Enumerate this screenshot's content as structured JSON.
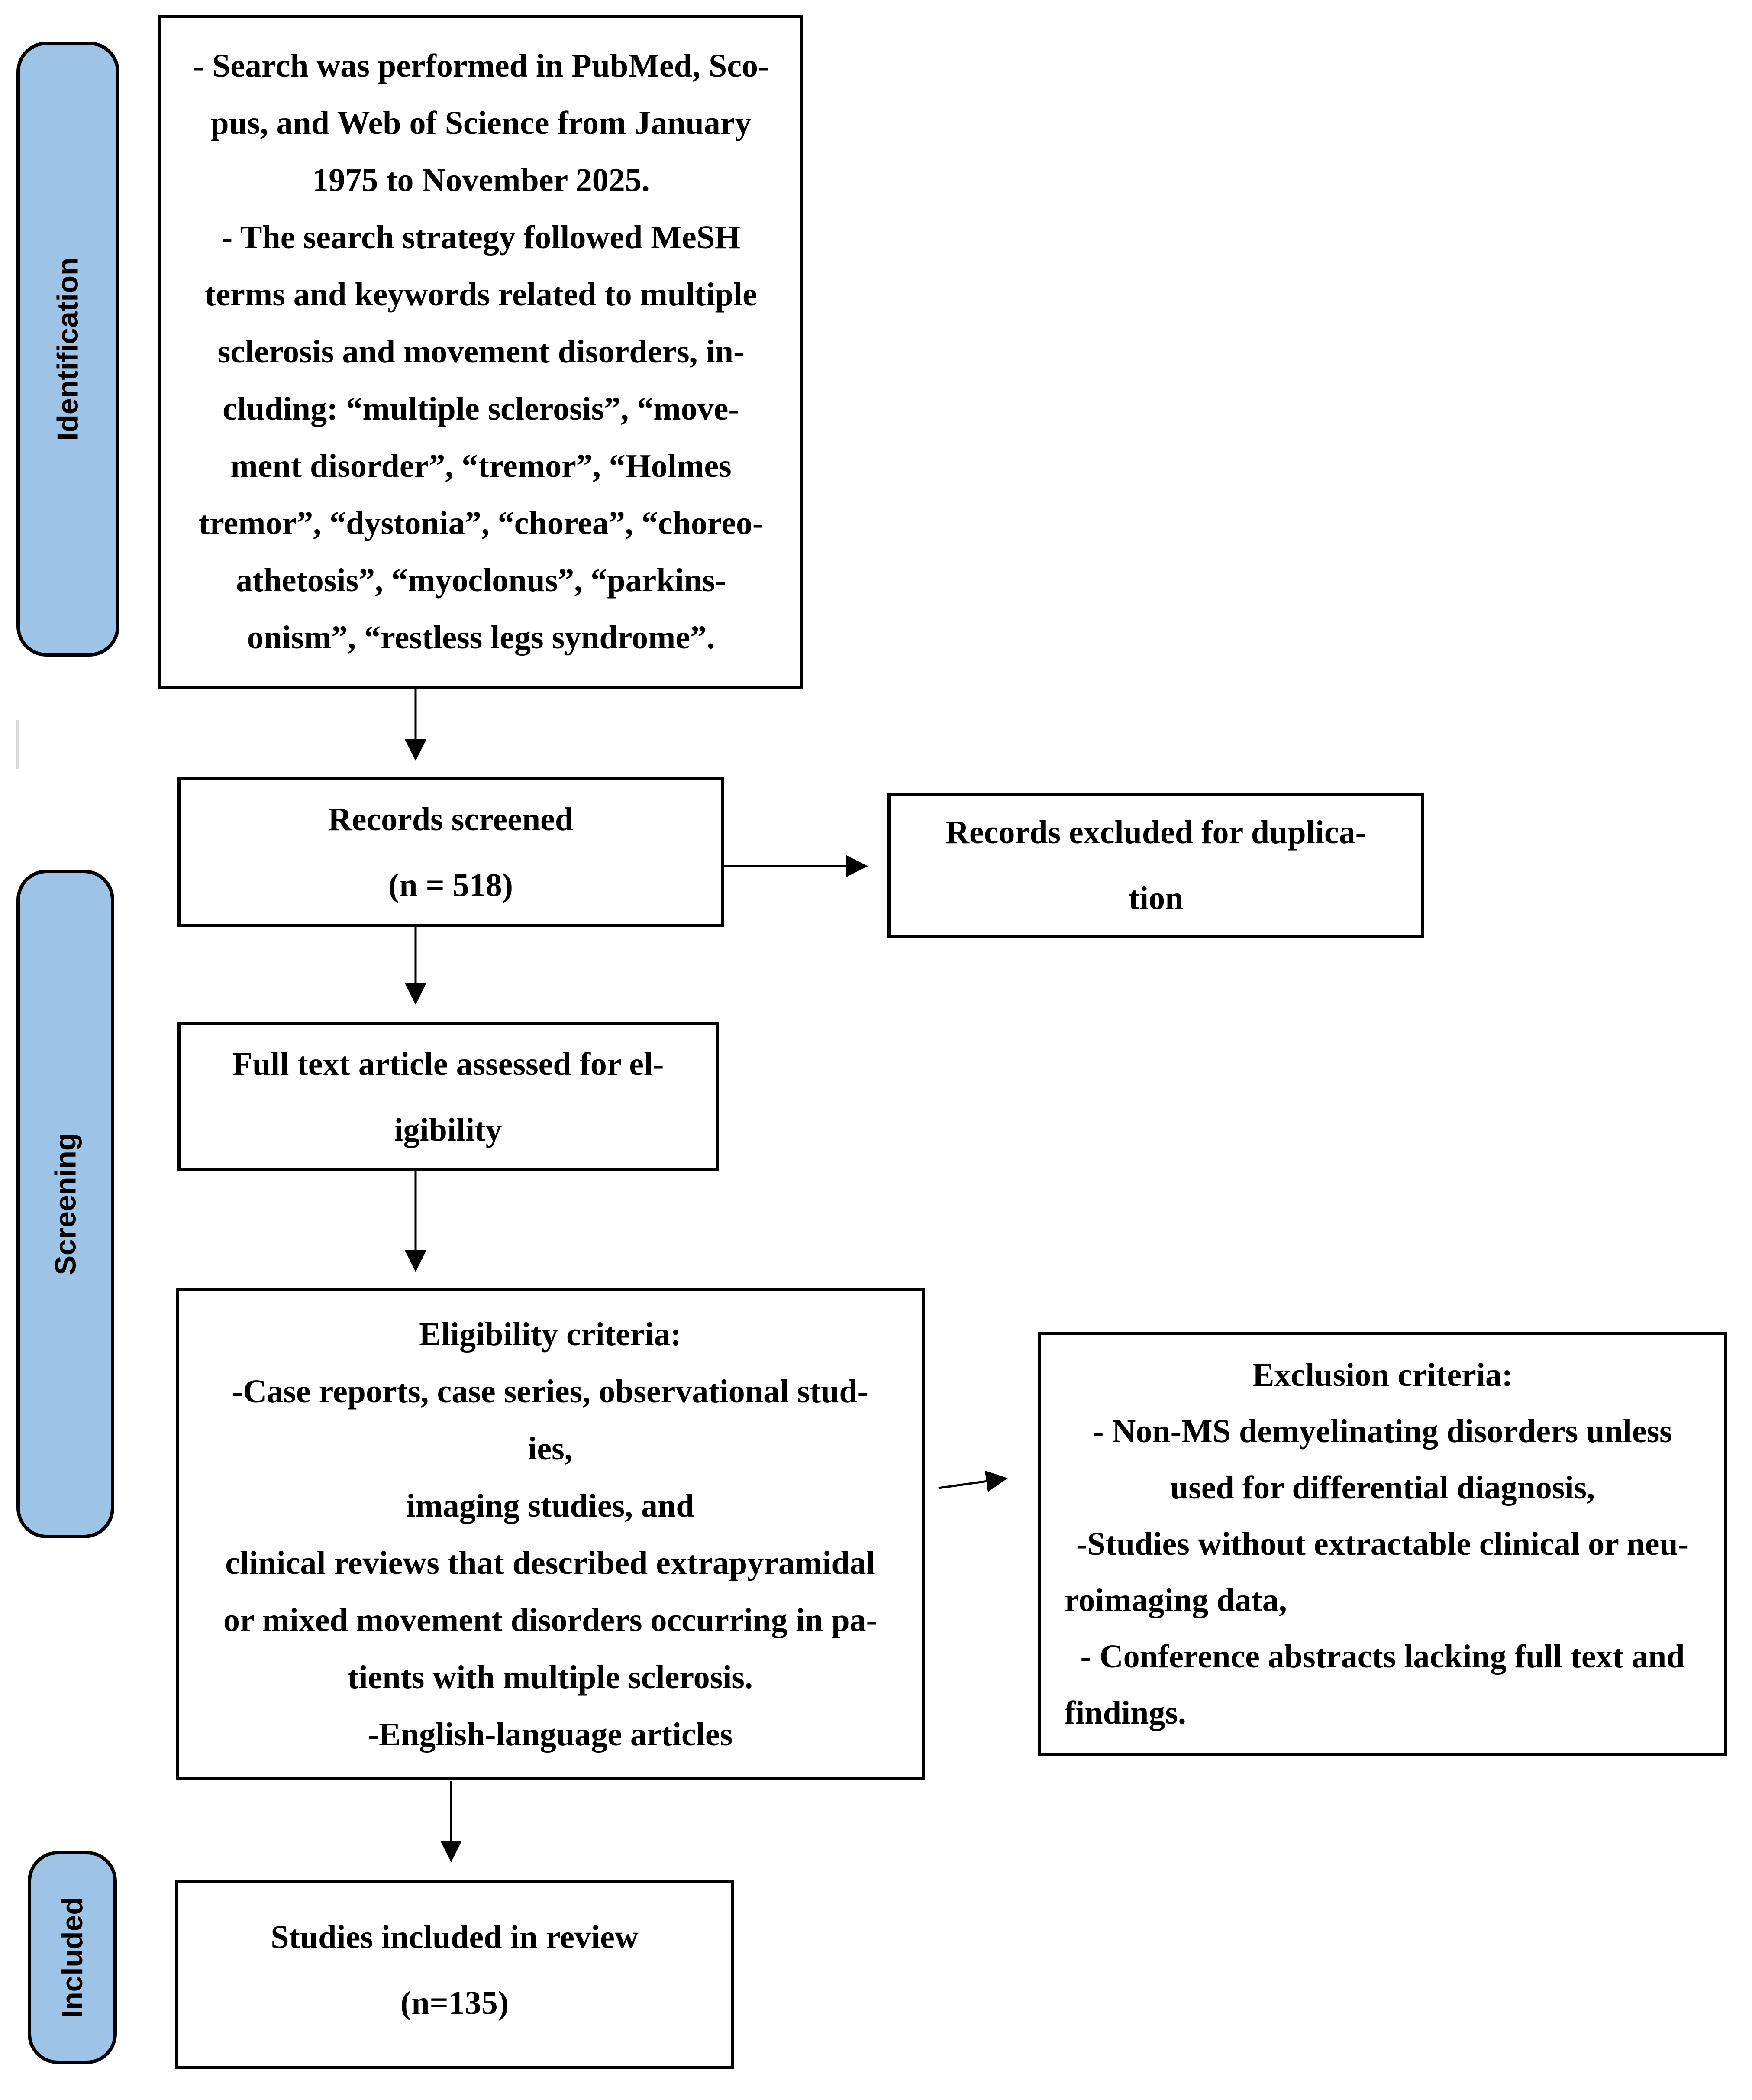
{
  "diagram": {
    "type": "prisma-flow-diagram",
    "accent_fill": "#9DC3E6",
    "border_color": "#000000"
  },
  "sidebar": {
    "fill": "#9DC3E6",
    "stages": [
      {
        "label": "Identification"
      },
      {
        "label": "Screening"
      },
      {
        "label": "Included"
      }
    ]
  },
  "boxes": {
    "search_note": {
      "lines": [
        "- Search was performed in PubMed, Sco-",
        "pus, and Web of Science from January",
        "1975 to November 2025.",
        "- The search strategy followed MeSH",
        "terms and keywords related to multiple",
        "sclerosis and movement disorders, in-",
        "cluding: “multiple sclerosis”, “move-",
        "ment disorder”, “tremor”, “Holmes",
        "tremor”, “dystonia”, “chorea”, “choreo-",
        "athetosis”, “myoclonus”, “parkins-",
        "onism”, “restless legs syndrome”."
      ]
    },
    "records_screened": {
      "lines": [
        "Records screened",
        "(n = 518)"
      ],
      "count": "518"
    },
    "records_excluded": {
      "lines": [
        "Records excluded for duplica-",
        "tion"
      ]
    },
    "full_text": {
      "lines": [
        "Full text article assessed for el-",
        "igibility"
      ]
    },
    "eligibility": {
      "lines": [
        "Eligibility criteria:",
        "-Case reports, case series, observational stud-",
        "ies,",
        "imaging studies, and",
        "clinical reviews that described extrapyramidal",
        "or mixed movement disorders occurring in pa-",
        "tients with multiple sclerosis.",
        "-English-language articles"
      ]
    },
    "exclusion": {
      "lines": [
        "Exclusion criteria:",
        "- Non-MS demyelinating disorders unless",
        "used for differential diagnosis,",
        "-Studies without extractable clinical or neu-",
        "roimaging data,",
        "- Conference abstracts lacking full text and",
        "findings."
      ]
    },
    "included_review": {
      "lines": [
        "Studies included in review",
        "(n=135)"
      ],
      "count": "135"
    }
  }
}
